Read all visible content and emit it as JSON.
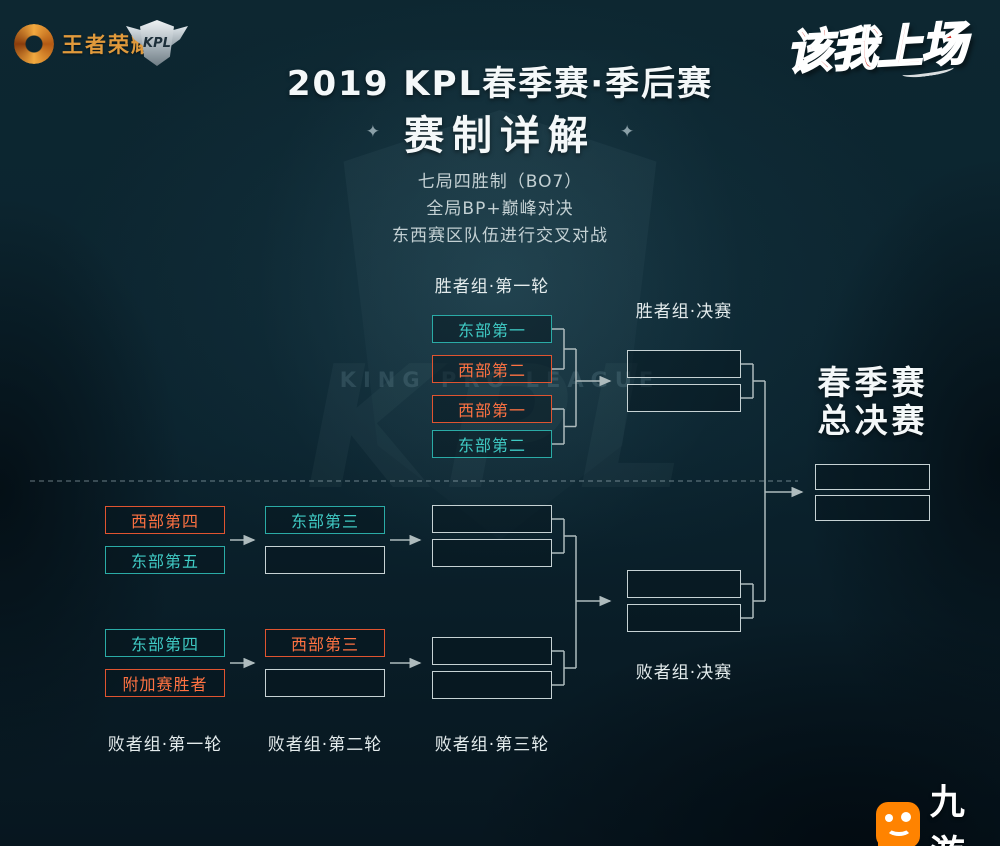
{
  "brand": {
    "kog_label": "王者荣耀",
    "kpl_label": "KPL",
    "slogan": "该我上场",
    "jiuyou_label": "九游"
  },
  "header": {
    "title": "2019 KPL春季赛·季后赛",
    "subtitle": "赛制详解",
    "ornament": "✦",
    "rules": [
      "七局四胜制（BO7）",
      "全局BP+巅峰对决",
      "东西赛区队伍进行交叉对战"
    ],
    "watermark": "KING PRO LEAGUE",
    "watermark_big": "KPL"
  },
  "labels": {
    "winners_r1": "胜者组·第一轮",
    "winners_final": "胜者组·决赛",
    "grand_final_line1": "春季赛",
    "grand_final_line2": "总决赛",
    "losers_final": "败者组·决赛",
    "losers_r1": "败者组·第一轮",
    "losers_r2": "败者组·第二轮",
    "losers_r3": "败者组·第三轮"
  },
  "slots": {
    "winners_r1": [
      {
        "label": "东部第一",
        "side": "east"
      },
      {
        "label": "西部第二",
        "side": "west"
      },
      {
        "label": "西部第一",
        "side": "west"
      },
      {
        "label": "东部第二",
        "side": "east"
      }
    ],
    "winners_final": [
      {
        "label": ""
      },
      {
        "label": ""
      }
    ],
    "grand_final": [
      {
        "label": ""
      },
      {
        "label": ""
      }
    ],
    "losers_r1": [
      {
        "label": "西部第四",
        "side": "west"
      },
      {
        "label": "东部第五",
        "side": "east"
      },
      {
        "label": "东部第四",
        "side": "east"
      },
      {
        "label": "附加赛胜者",
        "side": "west"
      }
    ],
    "losers_r2": [
      {
        "label": "东部第三",
        "side": "east"
      },
      {
        "label": "",
        "side": "empty"
      },
      {
        "label": "西部第三",
        "side": "west"
      },
      {
        "label": "",
        "side": "empty"
      }
    ],
    "losers_r3": [
      {
        "label": ""
      },
      {
        "label": ""
      },
      {
        "label": ""
      },
      {
        "label": ""
      }
    ],
    "losers_final": [
      {
        "label": ""
      },
      {
        "label": ""
      }
    ]
  },
  "colors": {
    "east": "#3cc6c0",
    "west": "#ff6f3f",
    "empty_border": "#c6d2d4",
    "slogan_red": "#cf2b22",
    "jiuyou_orange": "#ff8300",
    "background": "#0b232e"
  }
}
